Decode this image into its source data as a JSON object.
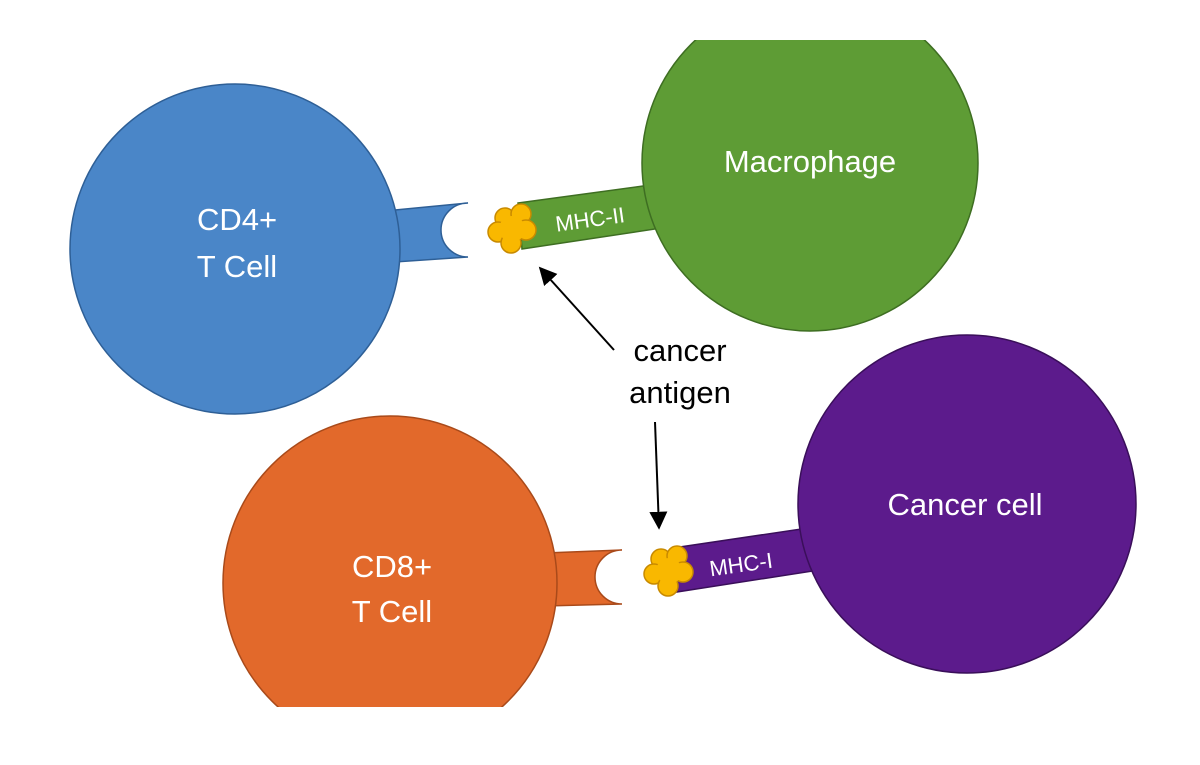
{
  "colors": {
    "cd4": "#4a86c8",
    "macrophage": "#5e9c35",
    "cd8": "#e2692b",
    "cancer": "#5c1b8c",
    "antigen": "#f9b800",
    "outline": "#3d3d3d"
  },
  "cells": {
    "cd4": {
      "line1": "CD4+",
      "line2": "T Cell"
    },
    "macrophage": {
      "label": "Macrophage"
    },
    "cd8": {
      "line1": "CD8+",
      "line2": "T Cell"
    },
    "cancer": {
      "label": "Cancer cell"
    }
  },
  "receptors": {
    "mhc2": "MHC-II",
    "mhc1": "MHC-I"
  },
  "annotation": {
    "line1": "cancer",
    "line2": "antigen"
  }
}
